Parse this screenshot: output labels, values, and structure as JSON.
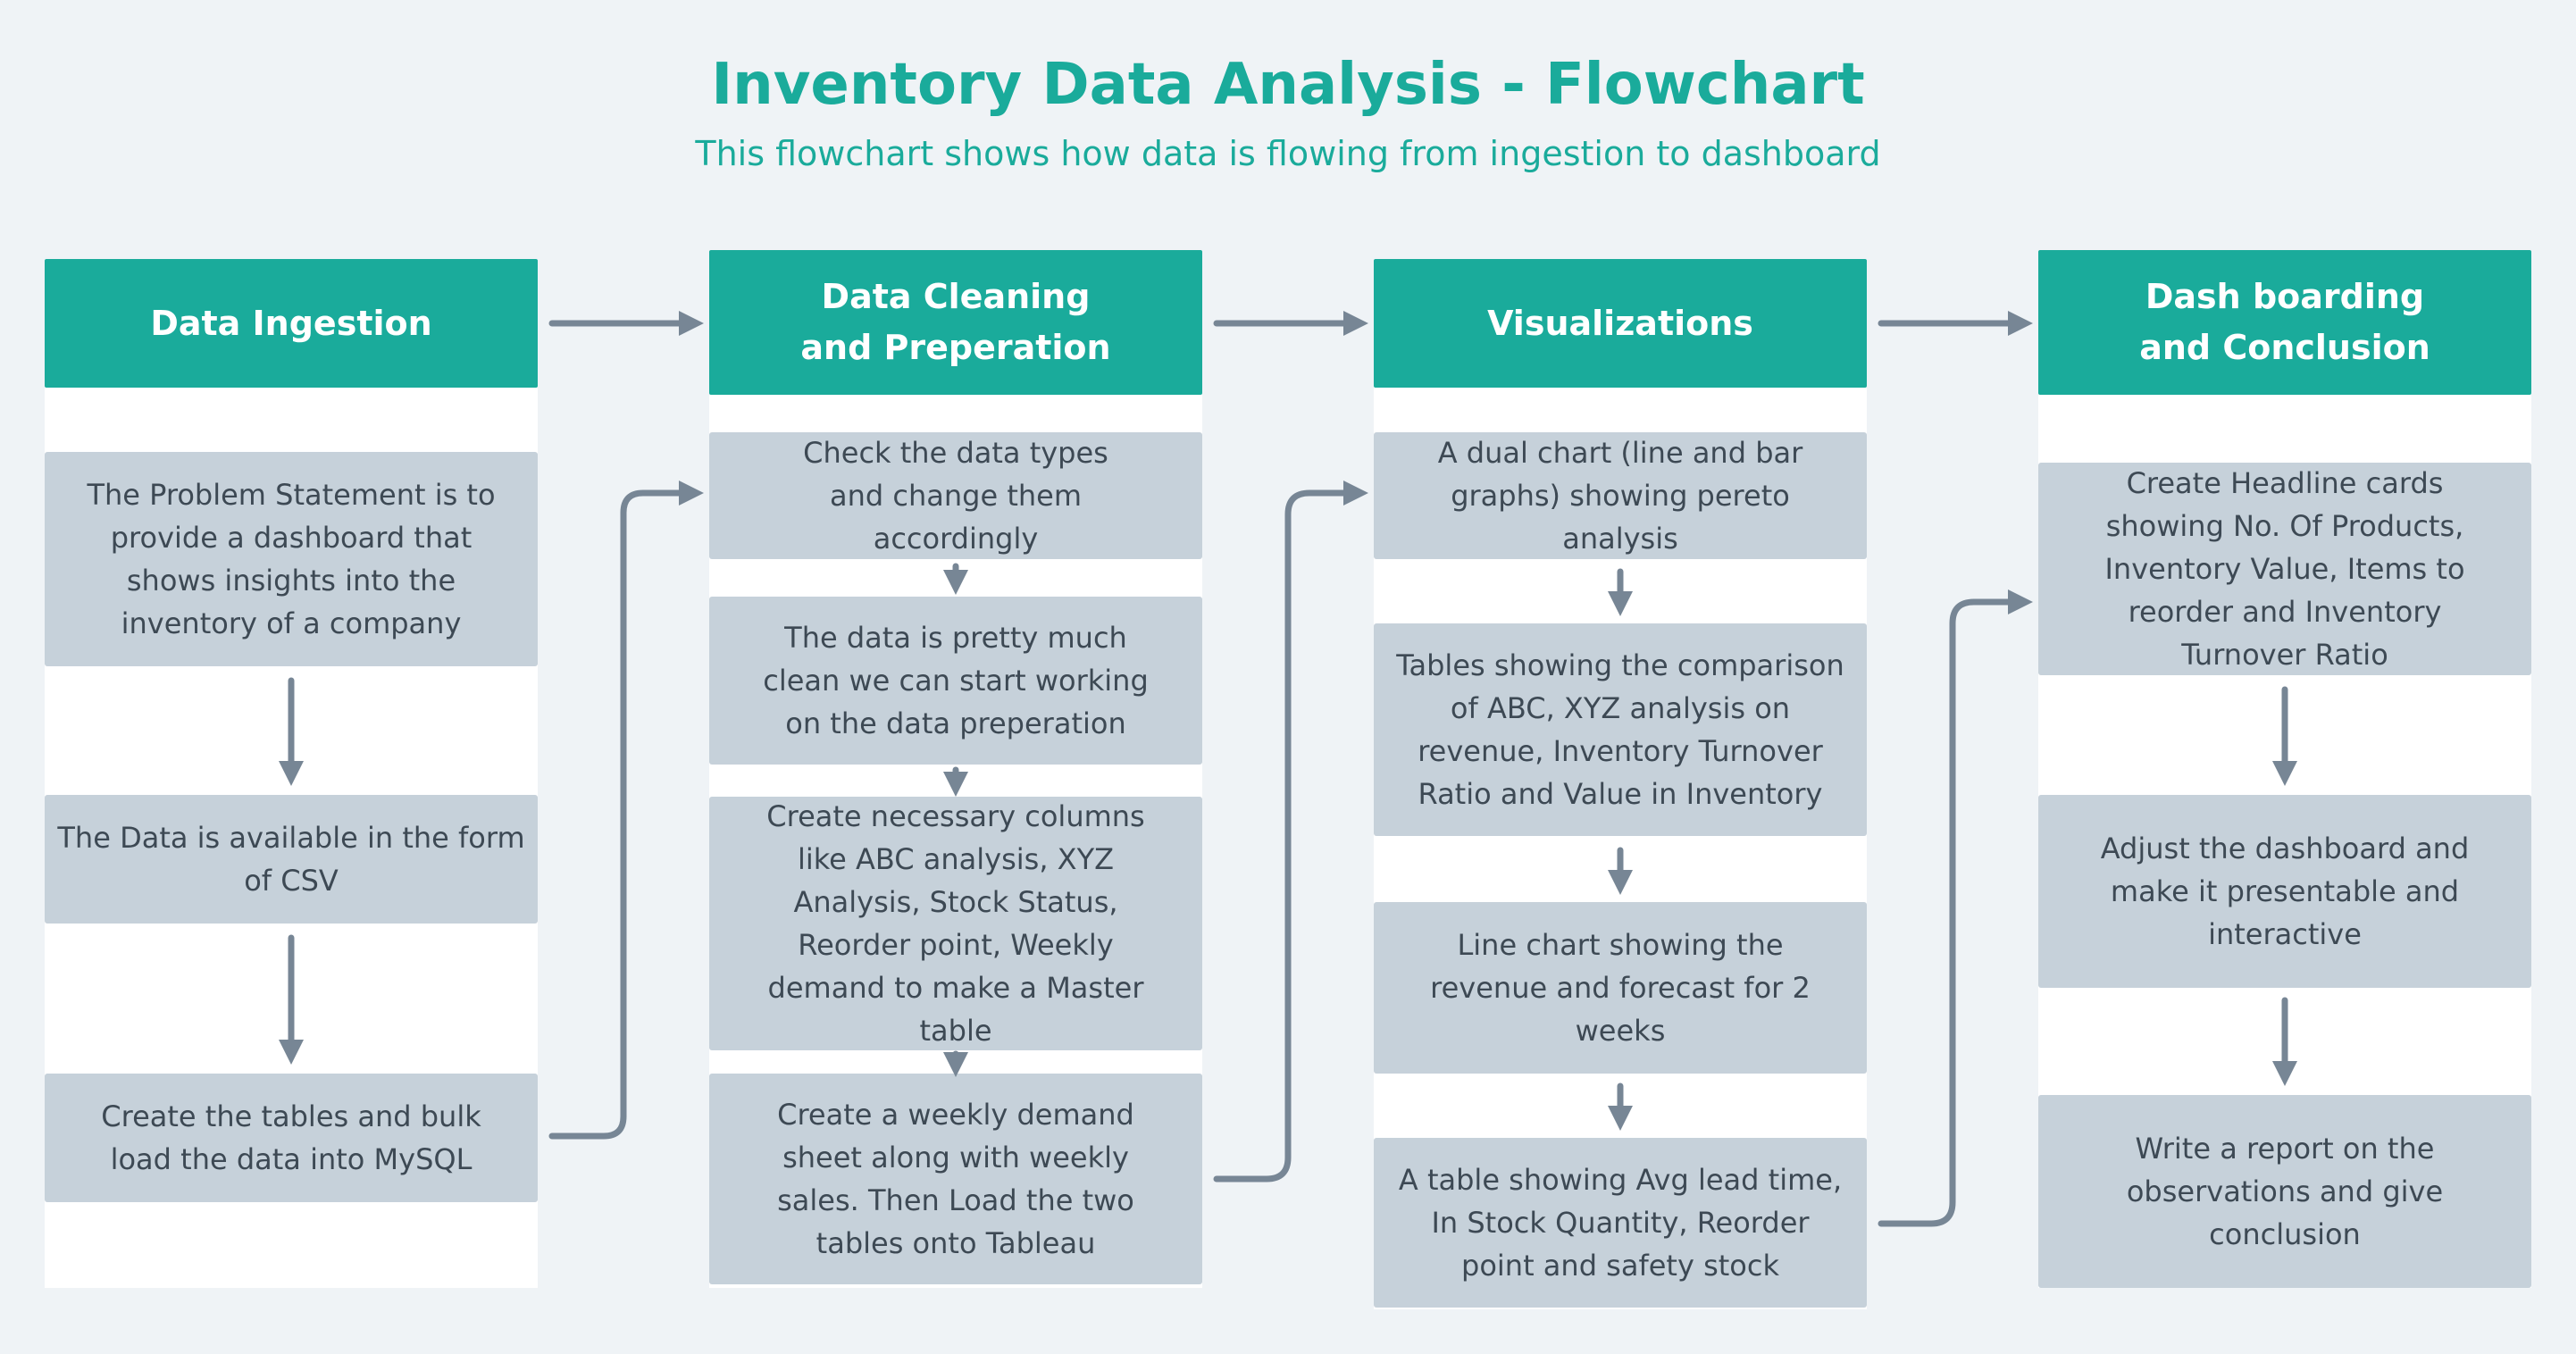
{
  "title": "Inventory Data Analysis - Flowchart",
  "subtitle": "This flowchart shows how data is flowing from ingestion to dashboard",
  "colors": {
    "accent": "#1aab9b",
    "box": "#c6d1da",
    "arrow": "#778695",
    "text": "#3d4954",
    "background": "#eff3f6"
  },
  "columns": [
    {
      "header": "Data Ingestion",
      "steps": [
        "The Problem Statement is to provide a dashboard that shows insights into the inventory of a company",
        "The Data is available in the form of CSV",
        "Create the tables and bulk load the data into MySQL"
      ]
    },
    {
      "header": "Data Cleaning and Preperation",
      "steps": [
        "Check the data types and change them accordingly",
        "The data is pretty much clean we can start working on the data preperation",
        "Create necessary columns like ABC analysis, XYZ Analysis, Stock Status, Reorder point, Weekly demand to make a Master table",
        "Create a weekly demand sheet along with weekly sales. Then Load the two tables onto Tableau"
      ]
    },
    {
      "header": "Visualizations",
      "steps": [
        "A dual chart (line and bar graphs) showing pereto analysis",
        "Tables showing the comparison of ABC, XYZ analysis on revenue, Inventory Turnover Ratio and Value in Inventory",
        "Line chart showing the revenue and forecast for 2 weeks",
        "A table showing Avg lead time, In Stock Quantity, Reorder point and safety stock"
      ]
    },
    {
      "header": "Dash boarding and Conclusion",
      "steps": [
        "Create Headline cards showing No. Of Products, Inventory Value, Items to reorder and Inventory Turnover Ratio",
        "Adjust the dashboard and make it presentable and interactive",
        "Write a report on the observations and give conclusion"
      ]
    }
  ]
}
